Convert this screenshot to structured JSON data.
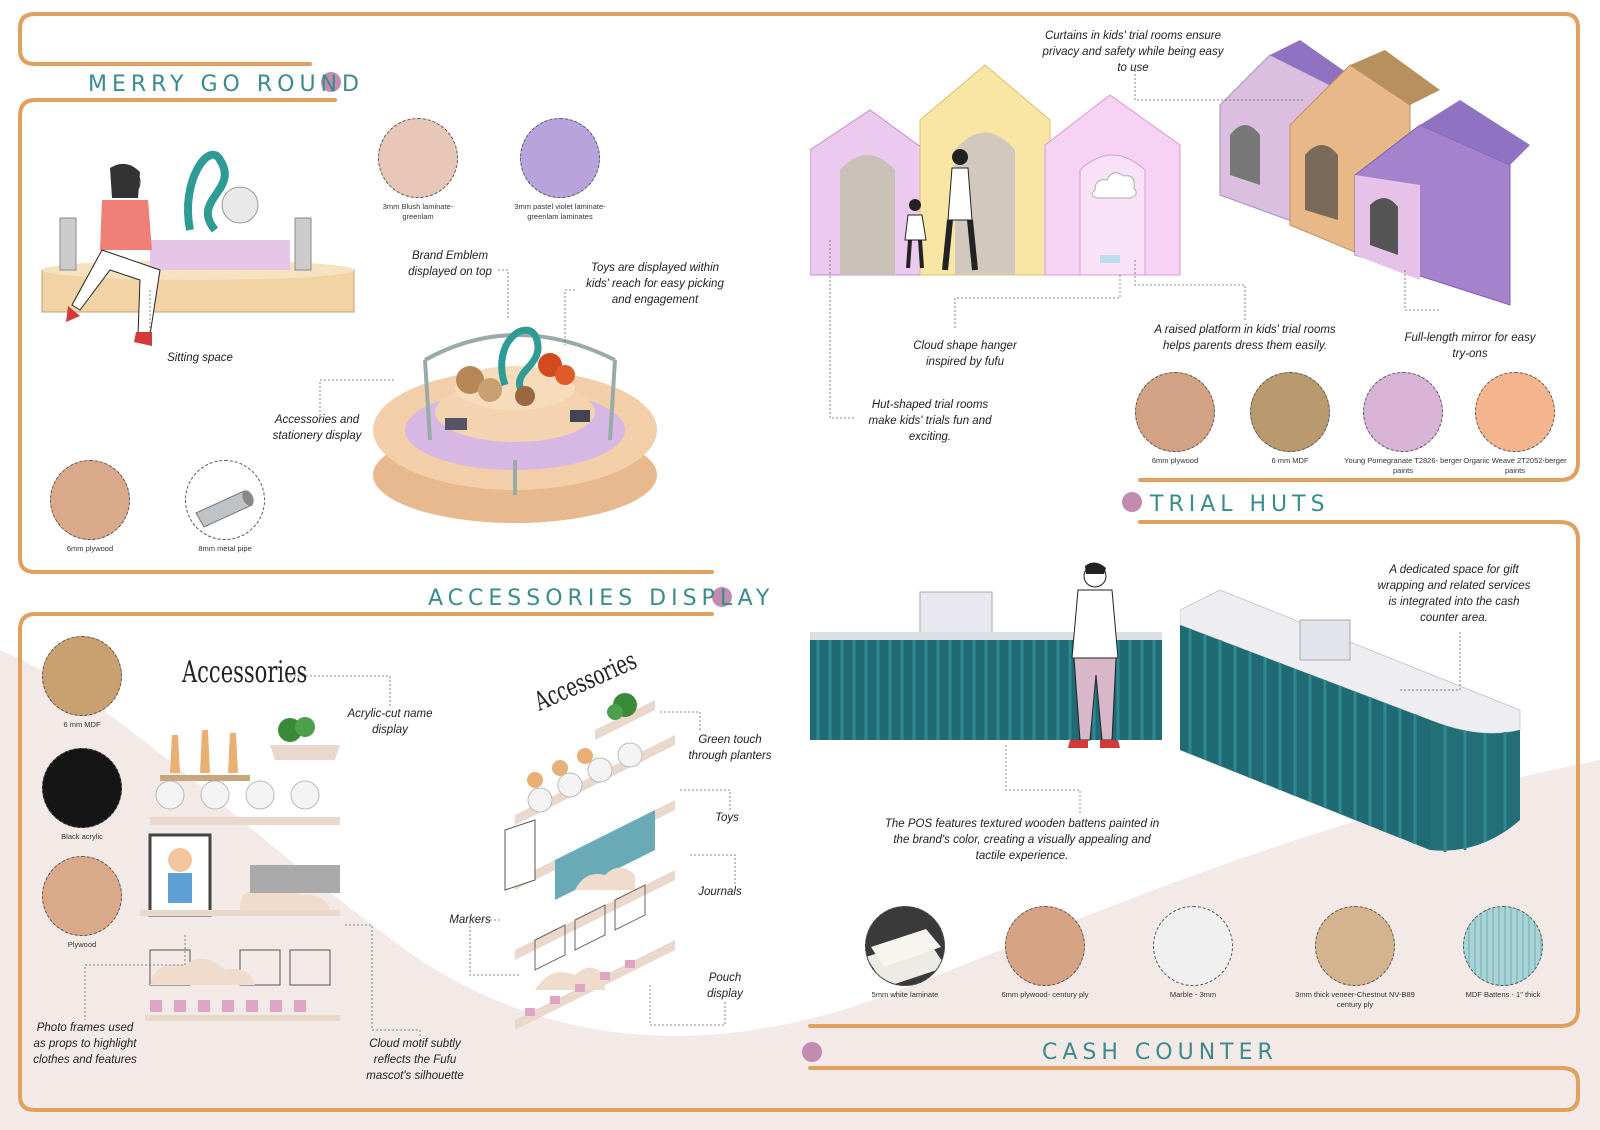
{
  "sections": {
    "merry": "MERRY GO ROUND",
    "trial": "TRIAL HUTS",
    "accessories": "ACCESSORIES DISPLAY",
    "cash": "CASH COUNTER"
  },
  "merry_go_round": {
    "notes": {
      "sitting": "Sitting space",
      "emblem": "Brand Emblem displayed on top",
      "toys": "Toys are displayed within kids' reach for easy picking and engagement",
      "accessories": "Accessories and stationery display"
    },
    "swatches": [
      {
        "label": "3mm Blush laminate- greenlam",
        "color": "#e8c6b8"
      },
      {
        "label": "3mm pastel violet laminate- greenlam laminates",
        "color": "#b9a3dc"
      },
      {
        "label": "6mm plywood",
        "color": "#d9a98a"
      },
      {
        "label": "8mm metal pipe",
        "color": "#bfc3c6"
      }
    ]
  },
  "trial_huts": {
    "notes": {
      "curtains": "Curtains in kids' trial rooms ensure privacy and safety while being easy to use",
      "cloud": "Cloud shape hanger inspired by fufu",
      "platform": "A raised platform in kids' trial rooms helps parents dress them easily.",
      "mirror": "Full-length mirror for easy try-ons",
      "hut": "Hut-shaped trial rooms make kids' trials fun and exciting."
    },
    "swatches": [
      {
        "label": "6mm plywood",
        "color": "#d3a285"
      },
      {
        "label": "6 mm MDF",
        "color": "#b89a6e"
      },
      {
        "label": "Young Pomegranate T2826- berger paints",
        "color": "#d8b3d6"
      },
      {
        "label": "Organic Weave 2T2052-berger paints",
        "color": "#f4b58e"
      }
    ]
  },
  "accessories_display": {
    "heading1": "Accessories",
    "heading2": "Accessories",
    "notes": {
      "acrylic": "Acrylic-cut name display",
      "green": "Green touch through planters",
      "toys": "Toys",
      "journals": "Journals",
      "markers": "Markers",
      "pouch": "Pouch display",
      "photo": "Photo frames used as props to highlight clothes and features",
      "cloud": "Cloud motif subtly reflects the Fufu mascot's silhouette"
    },
    "swatches": [
      {
        "label": "6 mm MDF",
        "color": "#c9a070"
      },
      {
        "label": "Black acrylic",
        "color": "#151515"
      },
      {
        "label": "Plywood",
        "color": "#d9a98a"
      }
    ]
  },
  "cash_counter": {
    "notes": {
      "gift": "A dedicated space for gift wrapping and related services is integrated into the cash counter area.",
      "pos": "The POS features textured wooden battens painted in the brand's color, creating a visually appealing and tactile experience."
    },
    "swatches": [
      {
        "label": "5mm white laminate",
        "color": "#ecebe6"
      },
      {
        "label": "6mm plywood- century ply",
        "color": "#d6a385"
      },
      {
        "label": "Marble - 3mm",
        "color": "#f0f0f0"
      },
      {
        "label": "3mm thick veneer-Chestnut NV-B89 century ply",
        "color": "#d4b48e"
      },
      {
        "label": "MDF Battens - 1\" thick",
        "color": "#a9d3d6"
      }
    ]
  },
  "colors": {
    "frame": "#e0a060",
    "title": "#3a8c8c",
    "dot": "#c48bb0",
    "bg_curve": "#f3e9e7",
    "teal": "#1f6a73"
  }
}
